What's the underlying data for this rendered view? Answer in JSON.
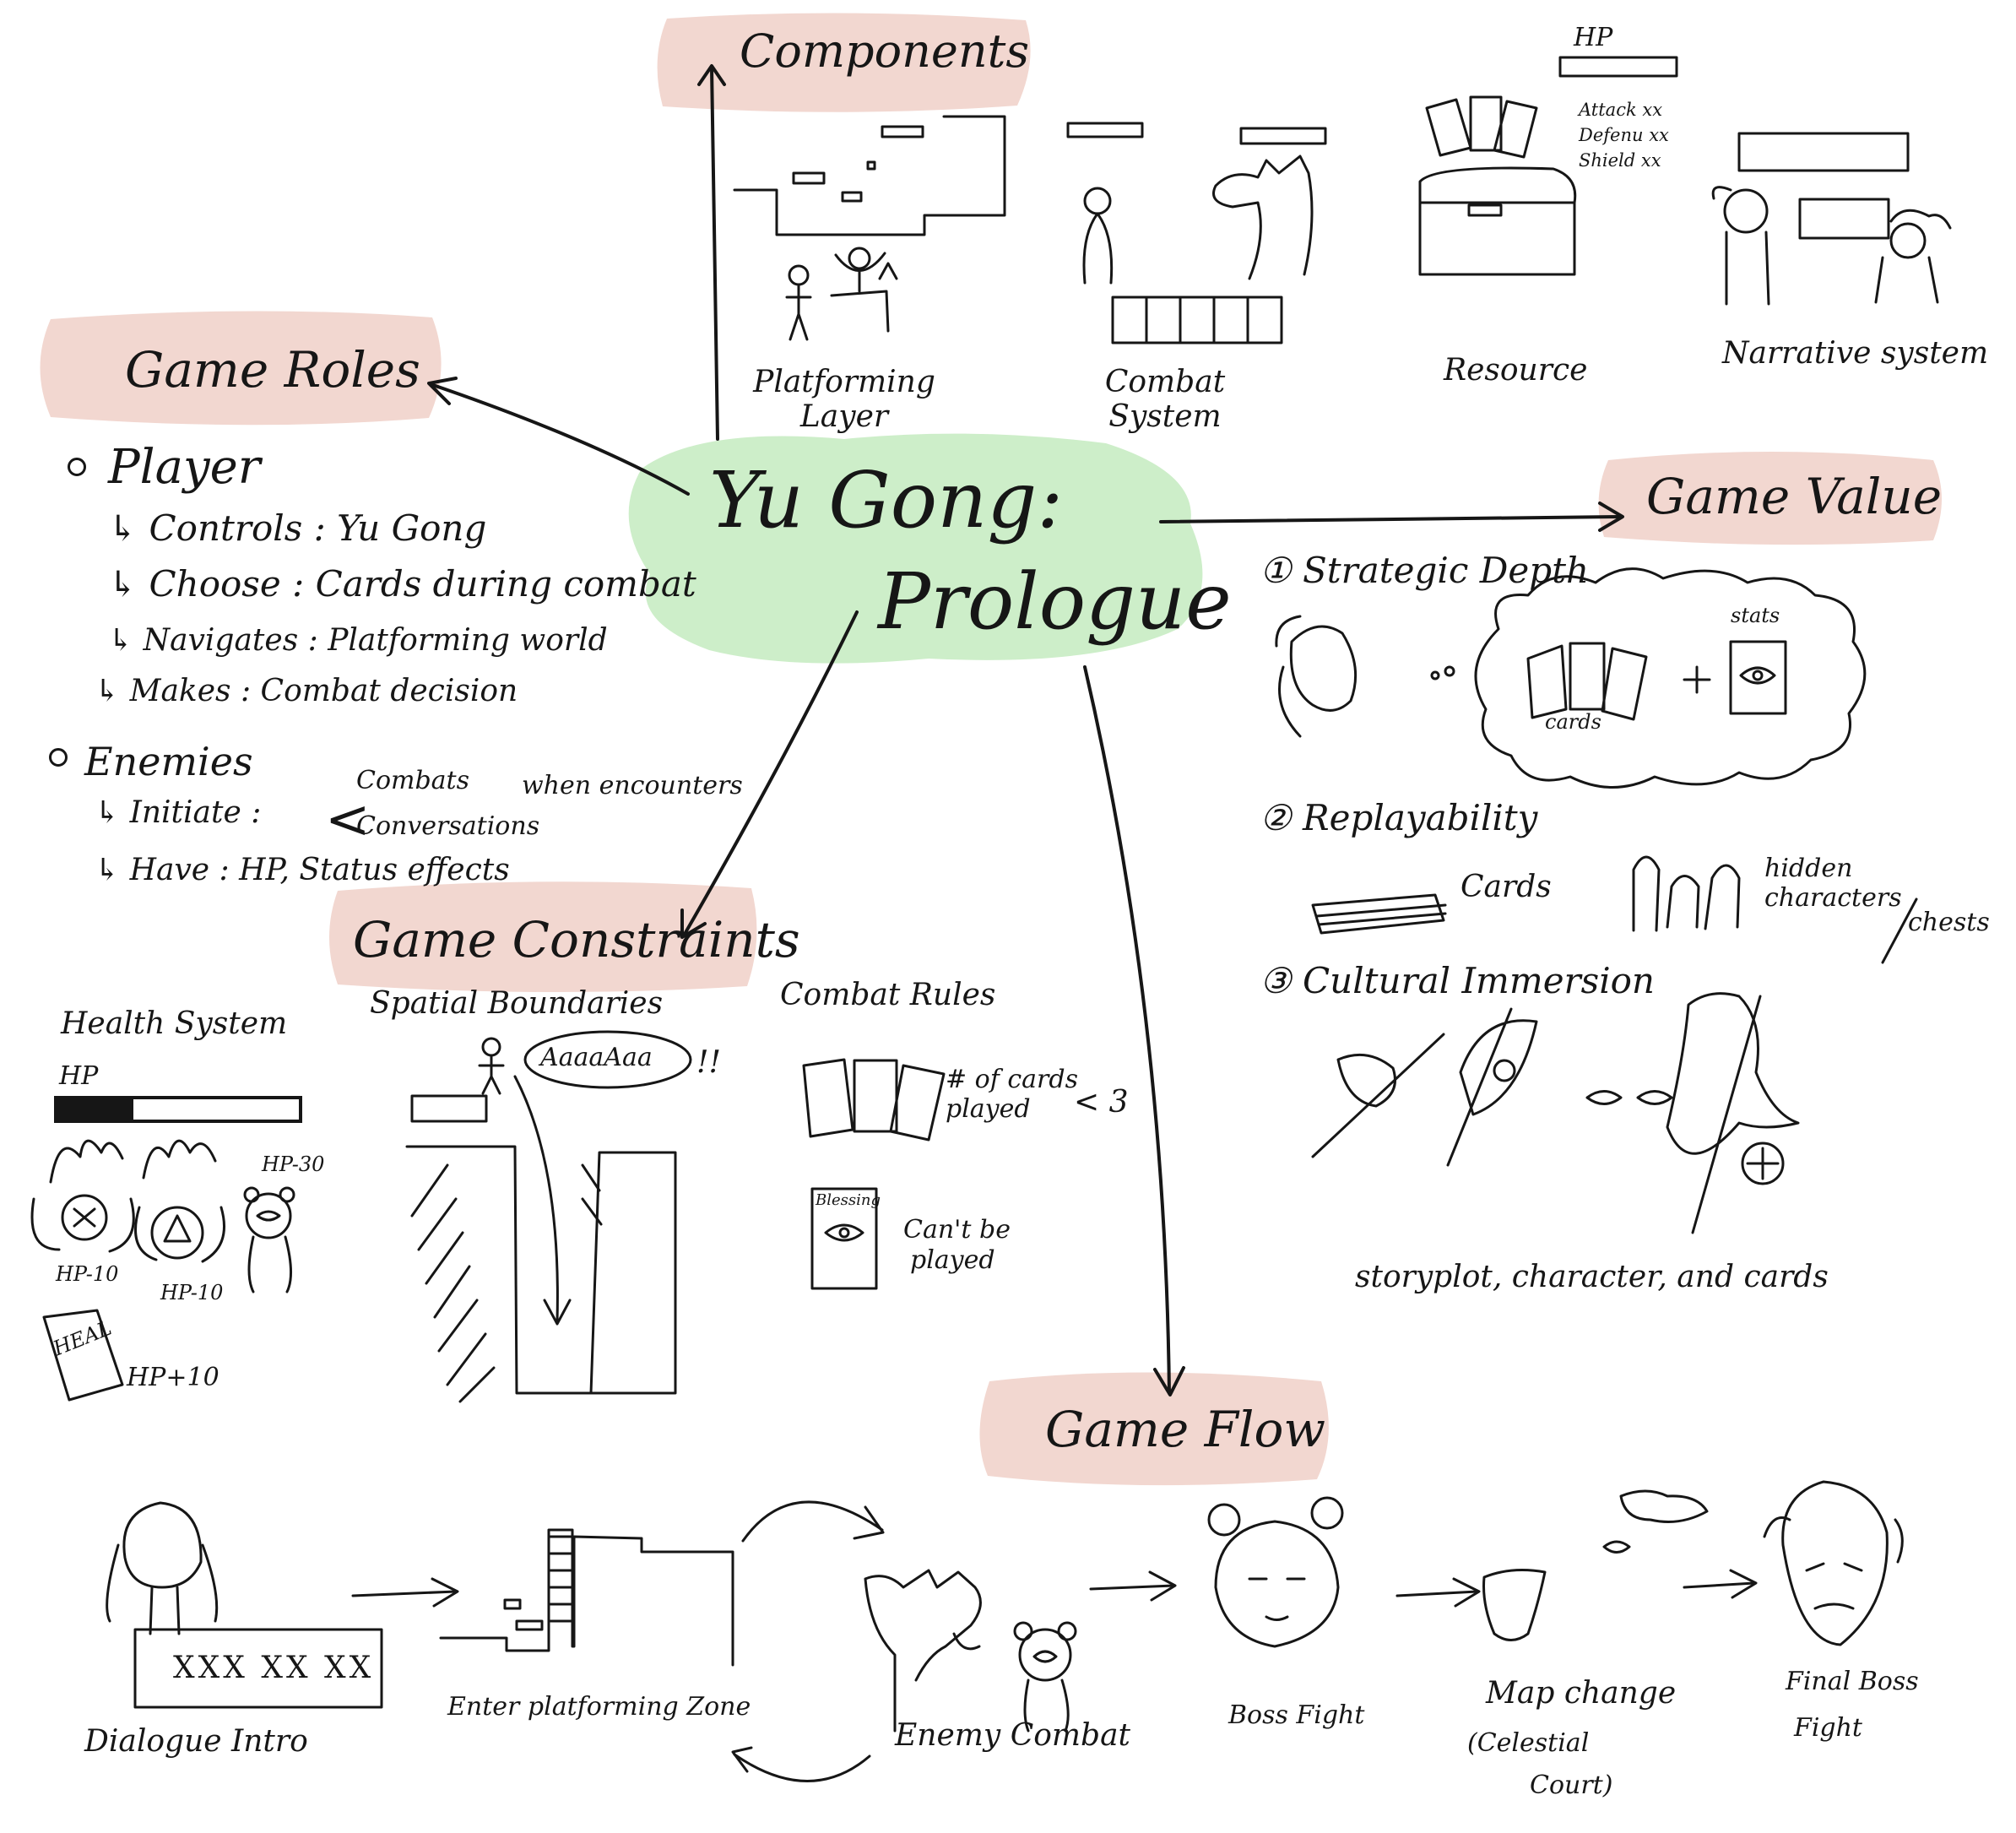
{
  "colors": {
    "bubble_pink": "#f2d7d0",
    "bubble_green": "#cdeec9",
    "ink": "#161616"
  },
  "center": {
    "line1": "Yu Gong:",
    "line2": "Prologue"
  },
  "components": {
    "title": "Components",
    "platforming": "Platforming Layer",
    "combat": "Combat System",
    "resource": "Resource",
    "narrative": "Narrative system",
    "hp_label": "HP",
    "stat_attack": "Attack xx",
    "stat_defense": "Defenu xx",
    "stat_shield": "Shield xx"
  },
  "roles": {
    "title": "Game Roles",
    "player": "Player",
    "player_items": [
      "Controls : Yu Gong",
      "Choose : Cards during combat",
      "Navigates : Platforming world",
      "Makes : Combat decision"
    ],
    "enemies": "Enemies",
    "initiate": "Initiate :",
    "initiate_opts": [
      "Combats",
      "Conversations"
    ],
    "when": "when encounters",
    "have": "Have : HP, Status effects"
  },
  "value": {
    "title": "Game Value",
    "v1": "Strategic Depth",
    "v1_cards": "cards",
    "v1_stats": "stats",
    "v2": "Replayability",
    "v2_cards": "Cards",
    "v2_hidden": "hidden characters",
    "v2_chests": "chests",
    "v3": "Cultural Immersion",
    "v3_caption": "storyplot, character, and cards"
  },
  "constraints": {
    "title": "Game Constraints",
    "health": "Health System",
    "hp": "HP",
    "hp_m30": "HP-30",
    "hp_m10a": "HP-10",
    "hp_m10b": "HP-10",
    "heal": "HEAL",
    "hp_p10": "HP+10",
    "spatial": "Spatial Boundaries",
    "scream": "AaaaAaa",
    "exclaim": "!!",
    "combat_rules": "Combat Rules",
    "rule1": "# of cards played",
    "rule1b": "< 3",
    "blessing": "Blessing",
    "rule2a": "Can't be",
    "rule2b": "played"
  },
  "flow": {
    "title": "Game Flow",
    "dialogue_text": "XXX XX XX",
    "dialogue": "Dialogue Intro",
    "enter": "Enter platforming Zone",
    "enemy": "Enemy Combat",
    "boss": "Boss Fight",
    "map1": "Map change",
    "map2": "(Celestial",
    "map3": "Court)",
    "final1": "Final Boss",
    "final2": "Fight"
  }
}
